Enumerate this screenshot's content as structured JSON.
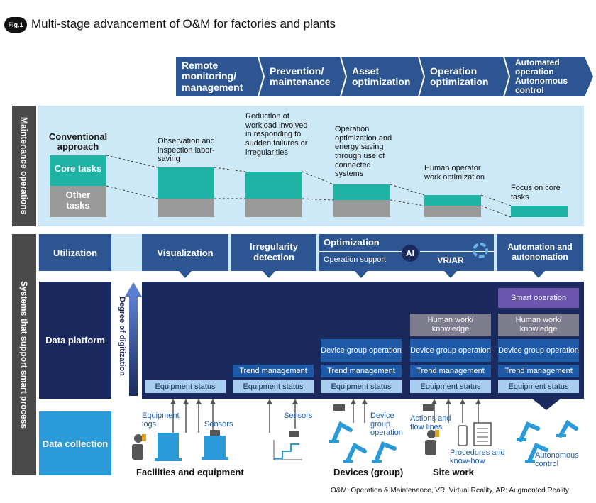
{
  "figure": {
    "badge": "Fig.1",
    "title": "Multi-stage advancement of O&M for factories and plants"
  },
  "stages": [
    {
      "label": "Remote monitoring/ management"
    },
    {
      "label": "Prevention/ maintenance"
    },
    {
      "label": "Asset optimization"
    },
    {
      "label": "Operation optimization"
    },
    {
      "label": "Automated operation Autonomous control"
    }
  ],
  "maintenance": {
    "side_label": "Maintenance operations",
    "conventional": "Conventional approach",
    "core_tasks": "Core tasks",
    "other_tasks": "Other tasks",
    "notes": [
      "Observation and inspection labor-saving",
      "Reduction of workload involved in responding to sudden failures or irregularities",
      "Operation optimization and energy saving through use of connected systems",
      "Human operator work optimization",
      "Focus on core tasks"
    ],
    "colors": {
      "core": "#1fb3a6",
      "other": "#9a9a9a",
      "bg": "#cde9f8"
    }
  },
  "systems": {
    "side_label": "Systems that support smart process",
    "utilization": "Utilization",
    "data_platform": "Data platform",
    "data_collection": "Data collection",
    "degree": "Degree of digitization",
    "util_boxes": {
      "visualization": "Visualization",
      "irregularity": "Irregularity detection",
      "optimization": "Optimization",
      "operation_support": "Operation support",
      "ai": "AI",
      "vrar": "VR/AR",
      "automation": "Automation and autonomation"
    },
    "platform": {
      "equipment_status": "Equipment status",
      "trend_management": "Trend management",
      "device_group_operation": "Device group operation",
      "human_work": "Human work/ knowledge",
      "smart_operation": "Smart operation"
    },
    "collection": {
      "equipment_logs": "Equipment logs",
      "sensors1": "Sensors",
      "sensors2": "Sensors",
      "device_group_operation": "Device group operation",
      "actions_flow": "Actions and flow lines",
      "procedures": "Procedures and know-how",
      "autonomous": "Autonomous control"
    },
    "bottom": {
      "facilities": "Facilities and equipment",
      "devices": "Devices (group)",
      "site": "Site work"
    }
  },
  "footnote": "O&M: Operation & Maintenance, VR: Virtual Reality,  AR: Augmented Reality"
}
